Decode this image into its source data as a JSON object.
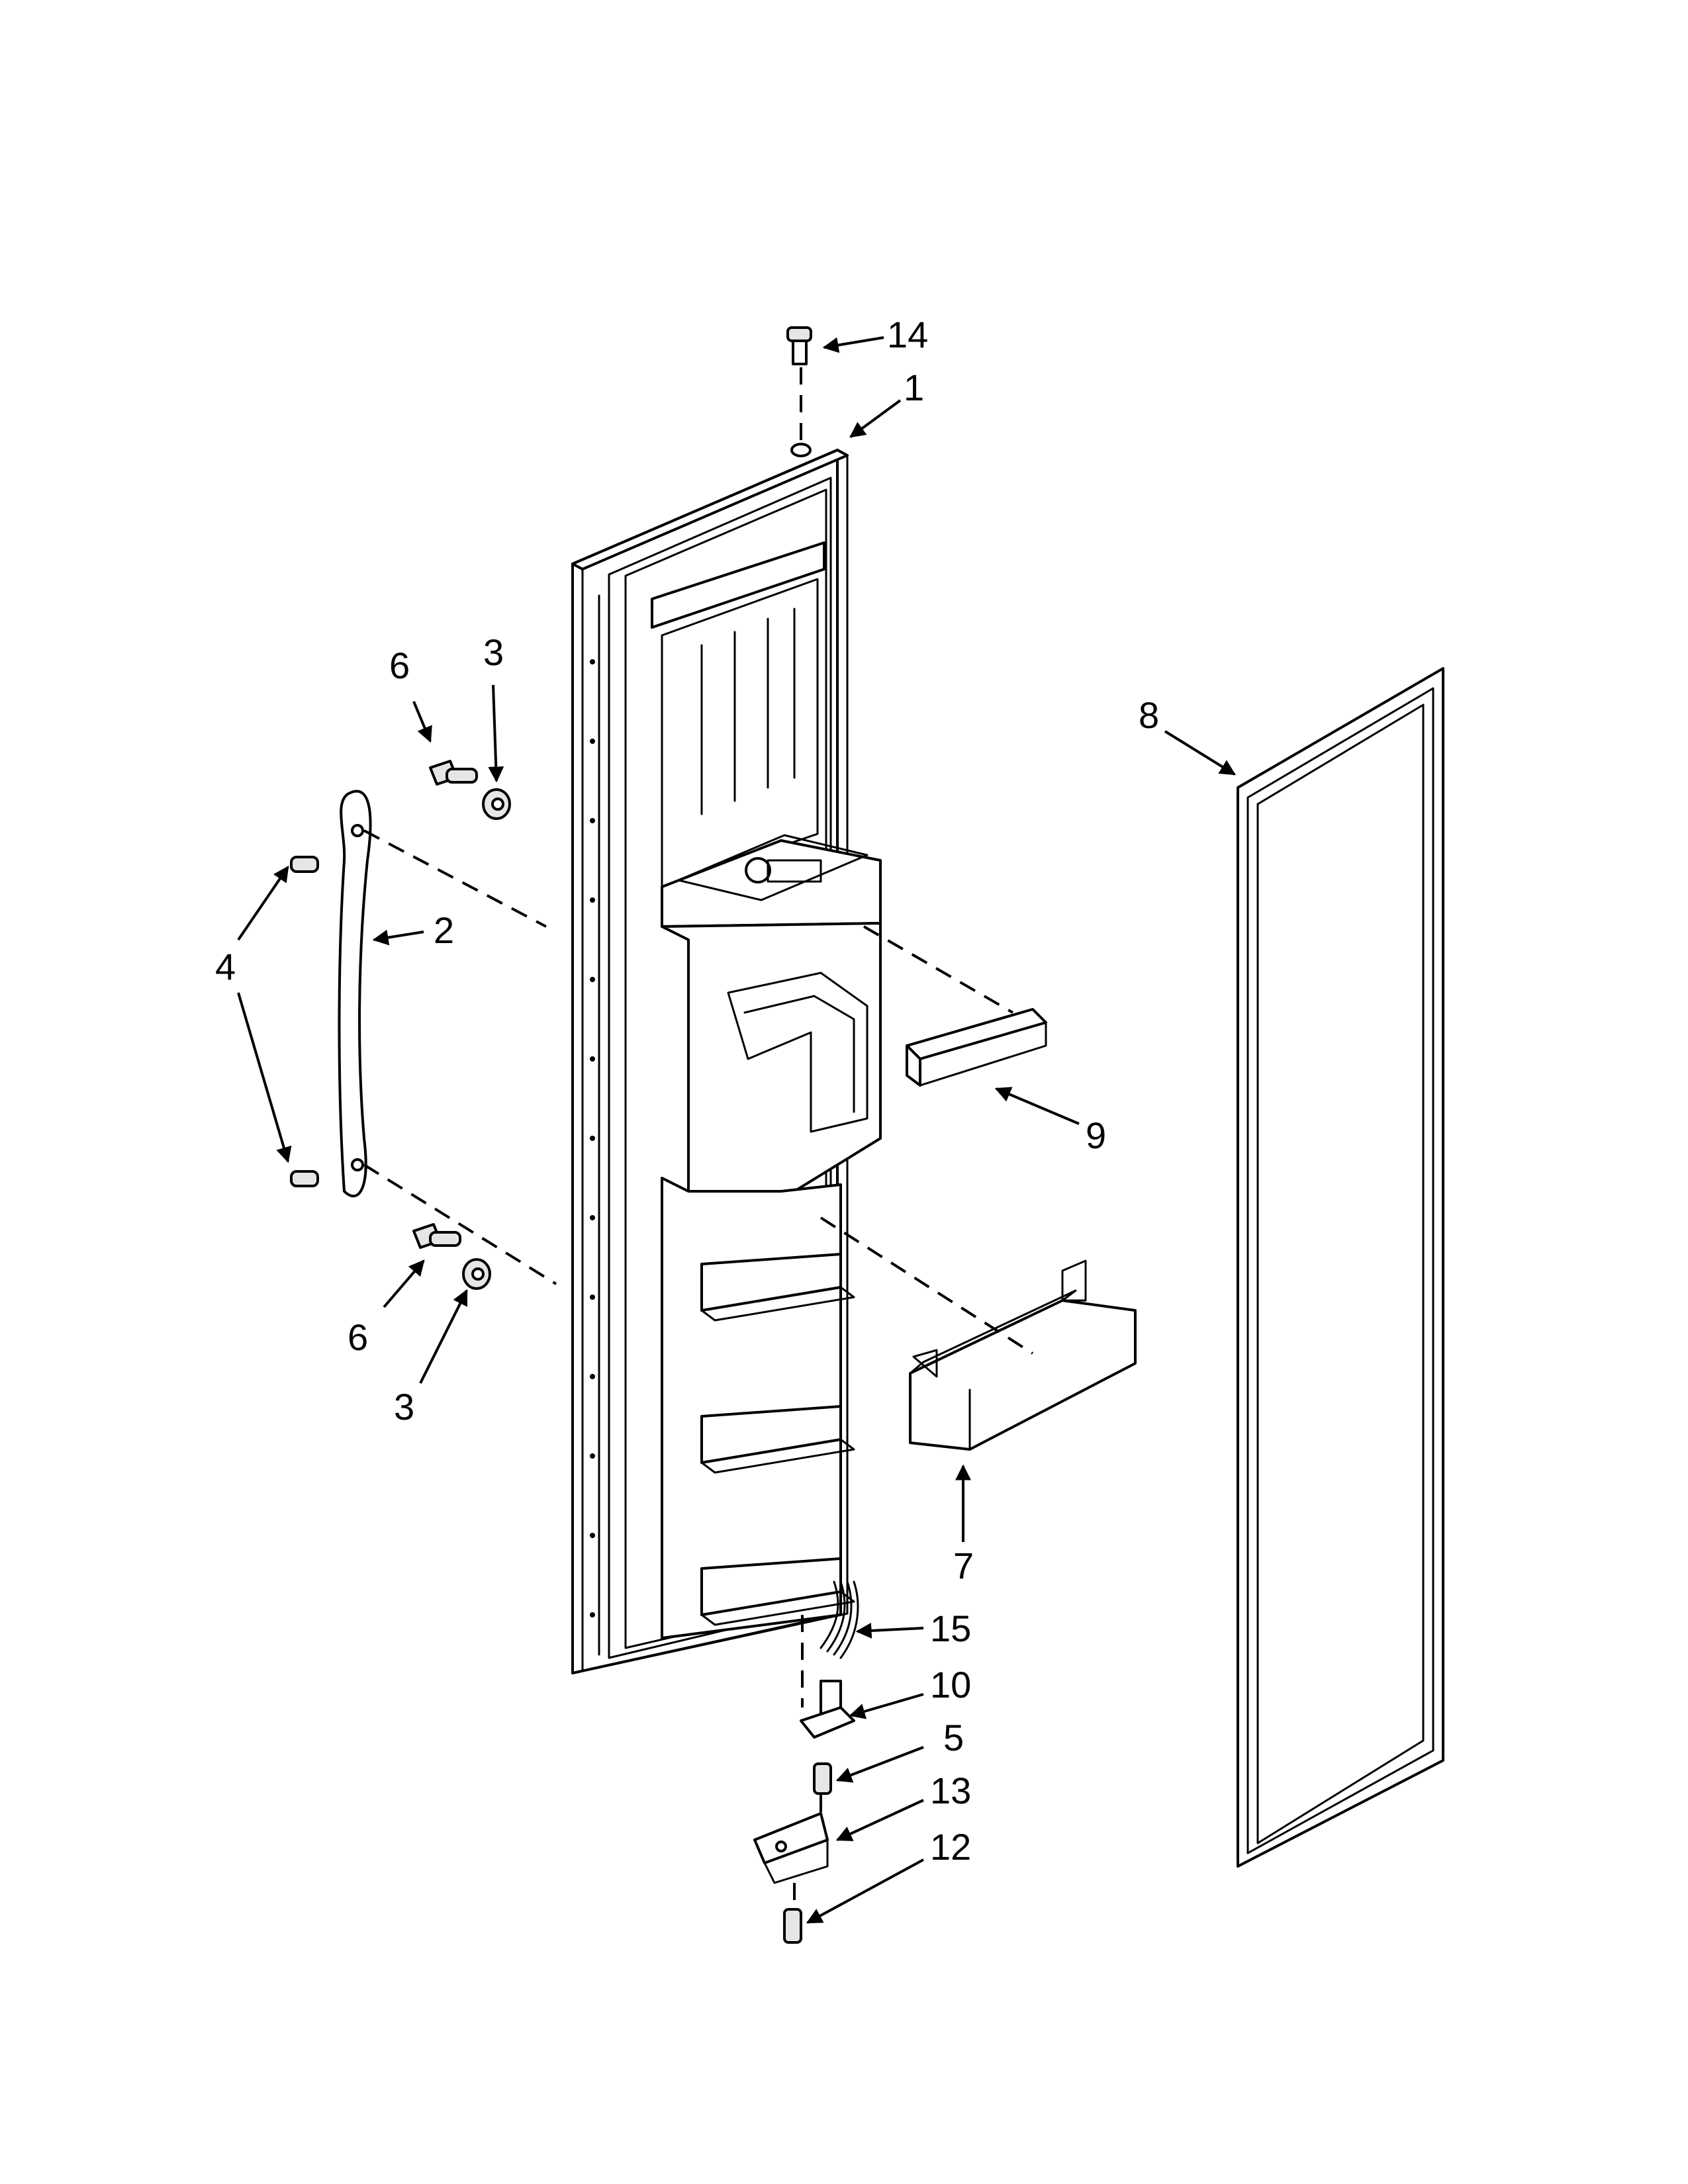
{
  "diagram": {
    "type": "exploded-parts-view",
    "callouts": [
      {
        "id": "c14",
        "label": "14"
      },
      {
        "id": "c1",
        "label": "1"
      },
      {
        "id": "c6a",
        "label": "6"
      },
      {
        "id": "c3a",
        "label": "3"
      },
      {
        "id": "c8",
        "label": "8"
      },
      {
        "id": "c2",
        "label": "2"
      },
      {
        "id": "c4",
        "label": "4"
      },
      {
        "id": "c9",
        "label": "9"
      },
      {
        "id": "c6b",
        "label": "6"
      },
      {
        "id": "c3b",
        "label": "3"
      },
      {
        "id": "c7",
        "label": "7"
      },
      {
        "id": "c15",
        "label": "15"
      },
      {
        "id": "c10",
        "label": "10"
      },
      {
        "id": "c5",
        "label": "5"
      },
      {
        "id": "c13",
        "label": "13"
      },
      {
        "id": "c12",
        "label": "12"
      }
    ]
  }
}
